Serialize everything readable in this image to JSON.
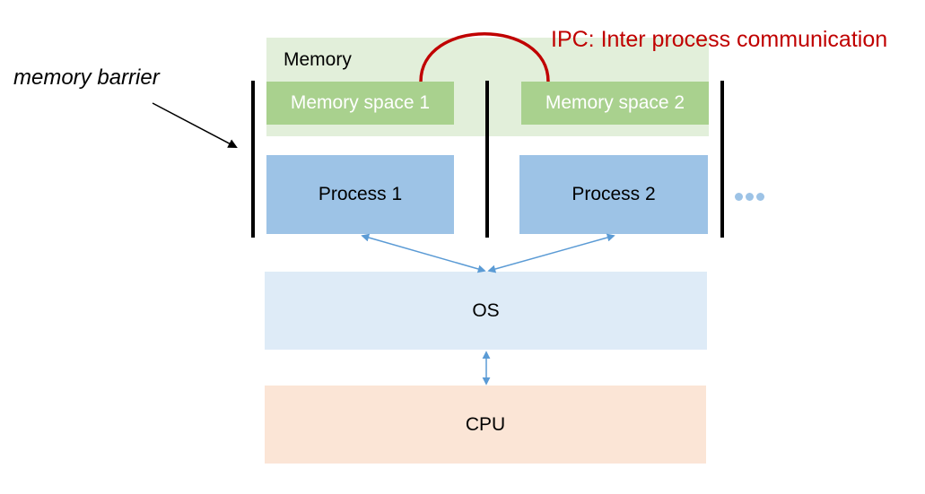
{
  "diagram": {
    "memory": {
      "label": "Memory",
      "spaces": [
        {
          "label": "Memory space 1"
        },
        {
          "label": "Memory space 2"
        }
      ]
    },
    "processes": [
      {
        "label": "Process 1"
      },
      {
        "label": "Process 2"
      }
    ],
    "more_indicator": "...",
    "os": {
      "label": "OS"
    },
    "cpu": {
      "label": "CPU"
    },
    "annotations": {
      "ipc": "IPC: Inter process communication",
      "barrier": "memory barrier"
    },
    "colors": {
      "memory_region": "#e2efda",
      "memory_space": "#a9d18e",
      "process": "#9dc3e6",
      "os": "#deebf7",
      "cpu": "#fbe5d6",
      "ipc_accent": "#c00000",
      "connector": "#5b9bd5",
      "barrier": "#000000"
    }
  }
}
